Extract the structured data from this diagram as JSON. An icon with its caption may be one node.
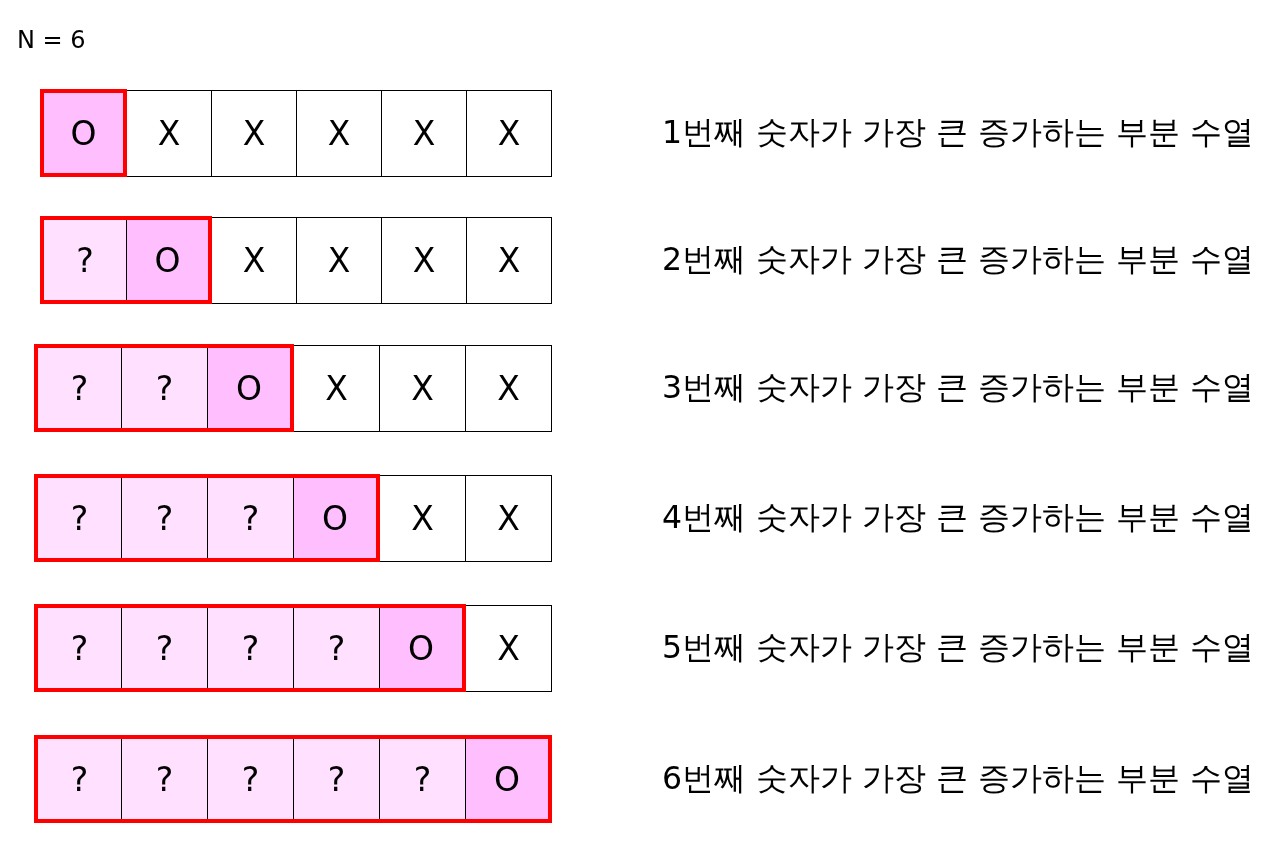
{
  "diagram": {
    "nodes": [
      {
        "text": [],
        "shape": "box"
      },
      {
        "text": [
          "O"
        ],
        "in": 0
      },
      {
        "text": [
          "X"
        ]
      },
      {
        "text": [
          "X"
        ]
      },
      {
        "text": [
          "X"
        ]
      },
      {
        "text": [
          "X"
        ]
      },
      {
        "text": [
          "X"
        ]
      },
      {
        "text": [],
        "shape": "box"
      },
      {
        "text": [
          "?"
        ],
        "in": 7
      },
      {
        "text": [
          "O"
        ],
        "in": 7
      },
      {
        "text": [
          "X"
        ]
      },
      {
        "text": [
          "X"
        ]
      },
      {
        "text": [
          "X"
        ]
      },
      {
        "text": [
          "X"
        ]
      },
      {
        "text": [],
        "shape": "box"
      },
      {
        "text": [
          "?"
        ],
        "in": 14
      },
      {
        "text": [
          "?"
        ],
        "in": 14
      },
      {
        "text": [
          "O"
        ],
        "in": 14
      },
      {
        "text": [
          "X"
        ]
      },
      {
        "text": [
          "X"
        ]
      },
      {
        "text": [
          "X"
        ]
      },
      {
        "text": [],
        "shape": "box"
      },
      {
        "text": [
          "?"
        ],
        "in": 21
      },
      {
        "text": [
          "?"
        ],
        "in": 21
      },
      {
        "text": [
          "?"
        ],
        "in": 21
      },
      {
        "text": [
          "O"
        ],
        "in": 21
      },
      {
        "text": [
          "X"
        ]
      },
      {
        "text": [
          "X"
        ]
      },
      {
        "text": [],
        "shape": "box"
      },
      {
        "text": [
          "?"
        ],
        "in": 28
      },
      {
        "text": [
          "?"
        ],
        "in": 28
      },
      {
        "text": [
          "?"
        ],
        "in": 28
      },
      {
        "text": [
          "?"
        ],
        "in": 28
      },
      {
        "text": [
          "O"
        ],
        "in": 28
      },
      {
        "text": [
          "X"
        ]
      },
      {
        "text": [],
        "shape": "box"
      },
      {
        "text": [
          "?"
        ],
        "in": 35
      },
      {
        "text": [
          "?"
        ],
        "in": 35
      },
      {
        "text": [
          "?"
        ],
        "in": 35
      },
      {
        "text": [
          "?"
        ],
        "in": 35
      },
      {
        "text": [
          "?"
        ],
        "in": 35
      },
      {
        "text": [
          "O"
        ],
        "in": 35
      }
    ],
    "labels": [
      "N = 6",
      "1번째 숫자가 가장 큰 증가하는 부분 수열",
      "2번째 숫자가 가장 큰 증가하는 부분 수열",
      "3번째 숫자가 가장 큰 증가하는 부분 수열",
      "4번째 숫자가 가장 큰 증가하는 부분 수열",
      "5번째 숫자가 가장 큰 증가하는 부분 수열",
      "6번째 숫자가 가장 큰 증가하는 부분 수열"
    ]
  }
}
